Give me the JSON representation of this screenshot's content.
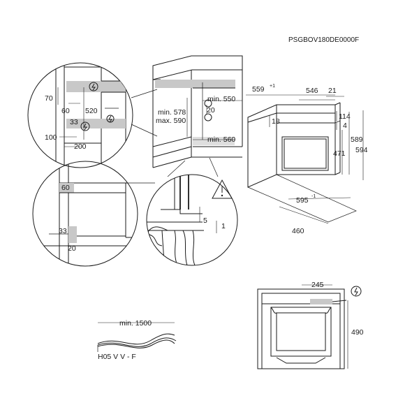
{
  "model_code": "PSGBOV180DE0000F",
  "cabinet_detail": {
    "dims": [
      "70",
      "60",
      "520",
      "33",
      "100",
      "200"
    ]
  },
  "niche": {
    "dims": [
      "min. 550",
      "20",
      "min. 578",
      "max. 590",
      "min. 560"
    ]
  },
  "oven_side": {
    "dims": [
      "559",
      "+1",
      "546",
      "21",
      "18",
      "114",
      "4",
      "589",
      "594",
      "471",
      "595",
      "-1",
      "460"
    ]
  },
  "base_detail": {
    "dims": [
      "60",
      "33",
      "20"
    ]
  },
  "mount_detail": {
    "dims": [
      "5",
      "1"
    ]
  },
  "cable": {
    "length_label": "min. 1500",
    "type_label": "H05 V V - F"
  },
  "connection": {
    "dims": [
      "245",
      "490"
    ]
  }
}
